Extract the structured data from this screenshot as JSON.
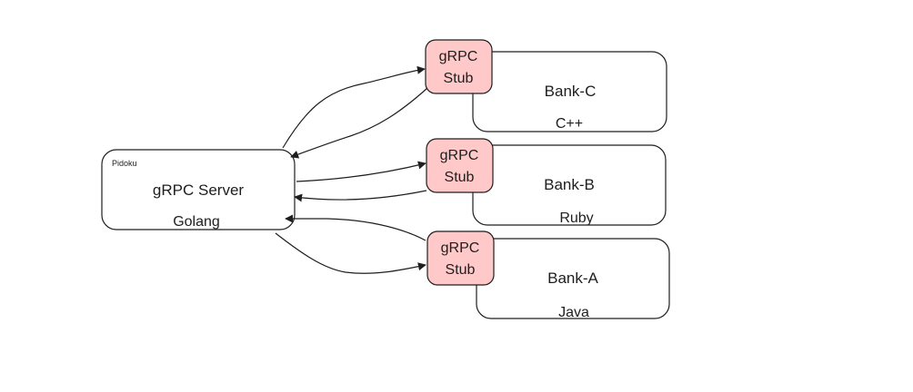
{
  "server": {
    "tag": "Pidoku",
    "title": "gRPC Server",
    "language": "Golang"
  },
  "banks": [
    {
      "stub_line1": "gRPC",
      "stub_line2": "Stub",
      "name": "Bank-C",
      "language": "C++"
    },
    {
      "stub_line1": "gRPC",
      "stub_line2": "Stub",
      "name": "Bank-B",
      "language": "Ruby"
    },
    {
      "stub_line1": "gRPC",
      "stub_line2": "Stub",
      "name": "Bank-A",
      "language": "Java"
    }
  ],
  "colors": {
    "stub_fill": "#ffc9c9",
    "stroke": "#1e1e1e",
    "background": "#ffffff"
  }
}
